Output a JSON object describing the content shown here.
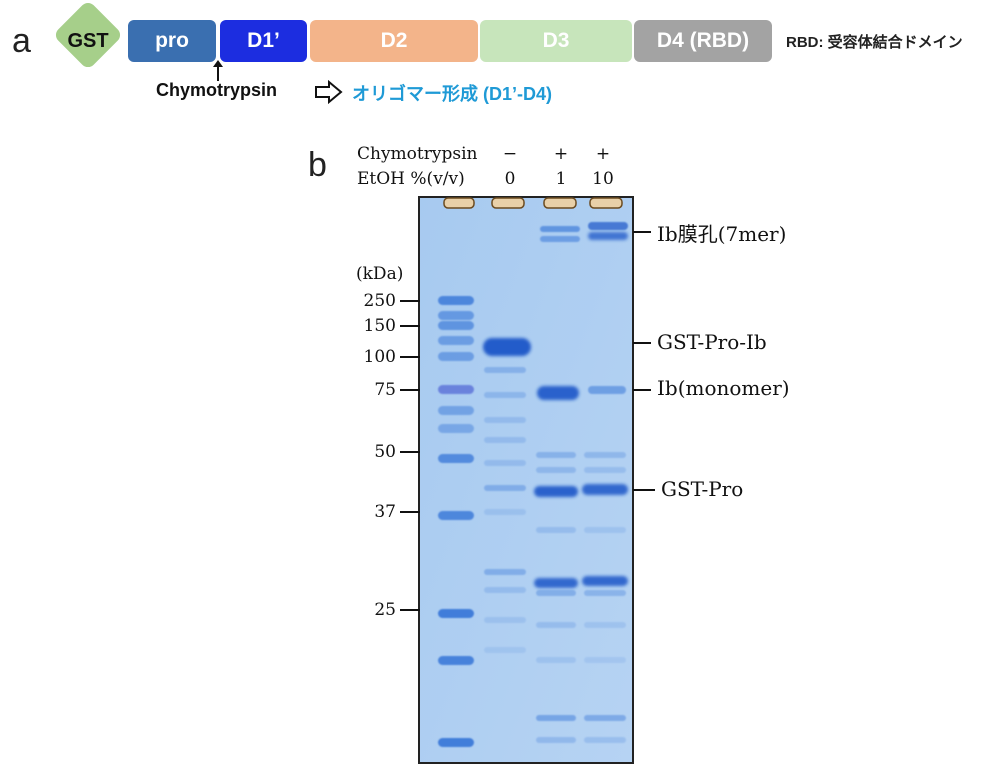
{
  "panel_a": {
    "letter": "a",
    "domains": [
      {
        "label": "GST",
        "color": "#a6cf8a"
      },
      {
        "label": "pro",
        "color": "#3a6fb0"
      },
      {
        "label": "D1’",
        "color": "#1c2de0"
      },
      {
        "label": "D2",
        "color": "#f3b48a"
      },
      {
        "label": "D3",
        "color": "#c7e5bb"
      },
      {
        "label": "D4 (RBD)",
        "color": "#a3a3a3"
      }
    ],
    "legend": "RBD: 受容体結合ドメイン",
    "cleavage_label": "Chymotrypsin",
    "result_label": "オリゴマー形成 (D1’-D4)",
    "result_color": "#1f9ad6"
  },
  "panel_b": {
    "letter": "b",
    "row_labels": [
      "Chymotrypsin",
      "EtOH %(v/v)"
    ],
    "lanes": [
      {
        "chymotrypsin": "−",
        "etoh": "0"
      },
      {
        "chymotrypsin": "+",
        "etoh": "1"
      },
      {
        "chymotrypsin": "+",
        "etoh": "10"
      }
    ],
    "marker_unit": "(kDa)",
    "markers": [
      "250",
      "150",
      "100",
      "75",
      "50",
      "37",
      "25"
    ],
    "band_labels": [
      "Ib膜孔(7mer)",
      "GST-Pro-Ib",
      "Ib(monomer)",
      "GST-Pro"
    ],
    "gel_color": "#9ec3ee"
  }
}
